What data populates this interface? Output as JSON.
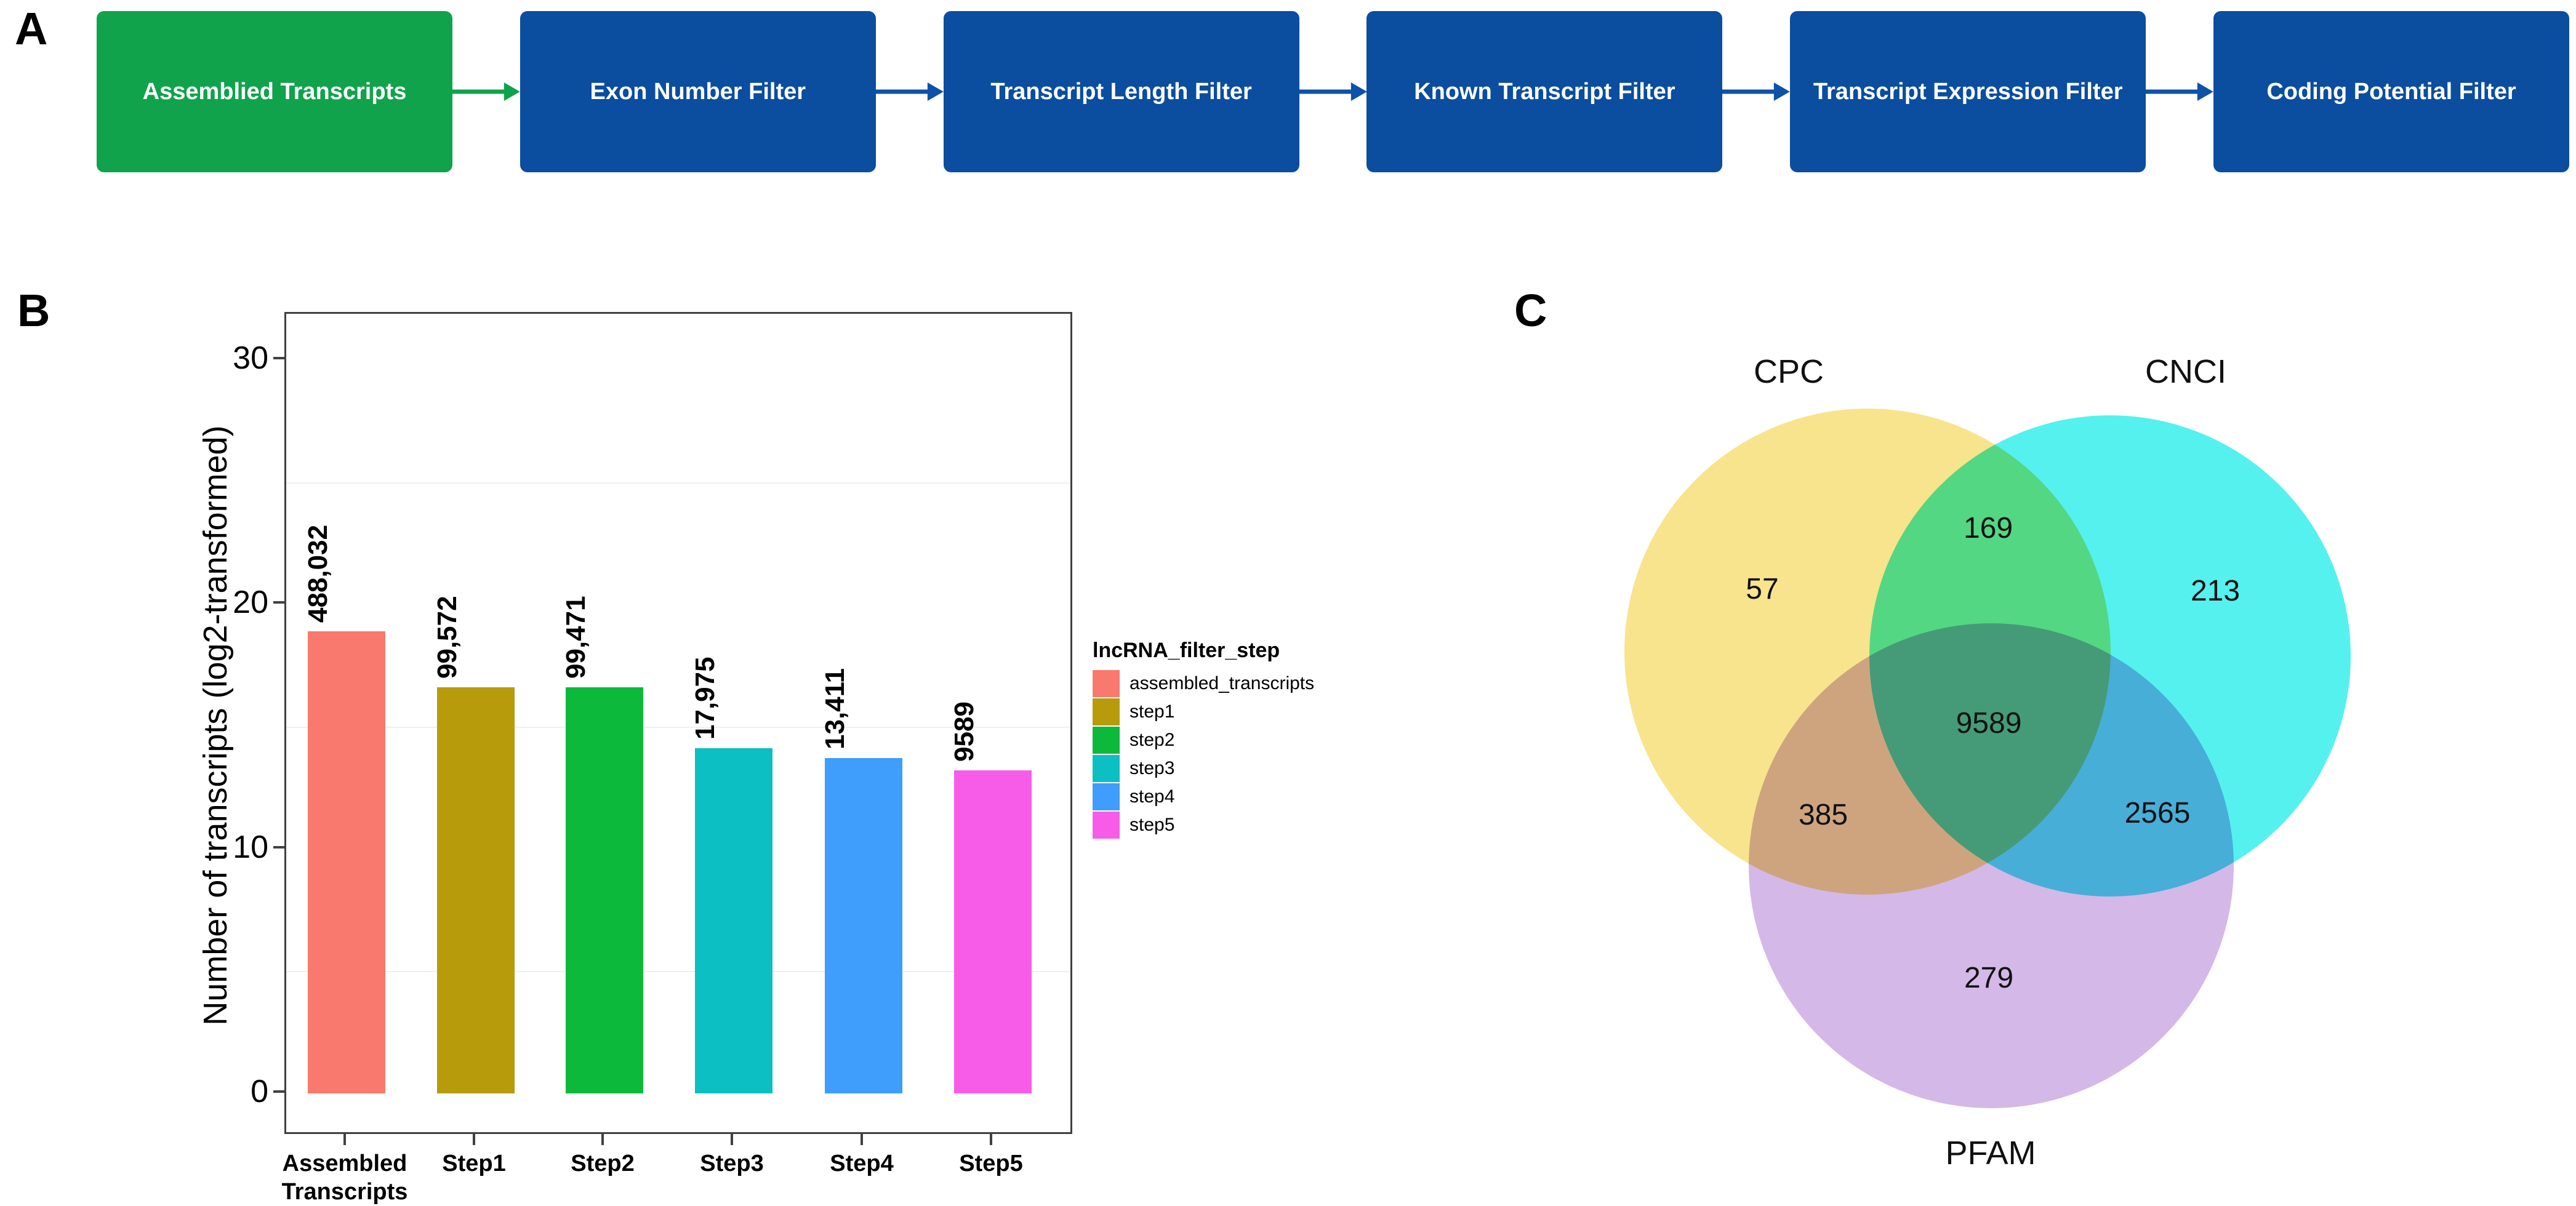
{
  "panels": {
    "a_label": "A",
    "b_label": "B",
    "c_label": "C"
  },
  "flowchart": {
    "nodes": [
      {
        "label": "Assemblied Transcripts",
        "color": "#10A34C"
      },
      {
        "label": "Exon Number Filter",
        "color": "#0B4D9F"
      },
      {
        "label": "Transcript Length Filter",
        "color": "#0B4D9F"
      },
      {
        "label": "Known Transcript Filter",
        "color": "#0B4D9F"
      },
      {
        "label": "Transcript Expression Filter",
        "color": "#0B4D9F"
      },
      {
        "label": "Coding Potential Filter",
        "color": "#0B4D9F"
      }
    ],
    "connectors": [
      {
        "color": "#0FA24C"
      },
      {
        "color": "#0D52A8"
      },
      {
        "color": "#0D52A8"
      },
      {
        "color": "#0D52A8"
      },
      {
        "color": "#0D52A8"
      }
    ]
  },
  "chart_data": [
    {
      "type": "bar",
      "title": "",
      "ylabel": "Number of transcripts (log2-transformed)",
      "y_transform": "log2",
      "yticks": [
        "0",
        "10",
        "20",
        "30"
      ],
      "ylim": [
        -1.6,
        31.9
      ],
      "grid": "faint minor gridlines at 5, 15, 25",
      "categories": [
        "Assembled Transcripts",
        "Step1",
        "Step2",
        "Step3",
        "Step4",
        "Step5"
      ],
      "x_tick_lines": [
        [
          "Assembled",
          "Transcripts"
        ],
        [
          "Step1",
          ""
        ],
        [
          "Step2",
          ""
        ],
        [
          "Step3",
          ""
        ],
        [
          "Step4",
          ""
        ],
        [
          "Step5",
          ""
        ]
      ],
      "values": [
        488032,
        99572,
        99471,
        17975,
        13411,
        9589
      ],
      "value_labels": [
        "488,032",
        "99,572",
        "99,471",
        "17,975",
        "13,411",
        "9589"
      ],
      "bar_colors": [
        "#F9796E",
        "#B79B0B",
        "#0CB93B",
        "#0BBFC2",
        "#3F9DFB",
        "#F75CE9"
      ],
      "legend": {
        "title": "lncRNA_filter_step",
        "position": "right",
        "entries": [
          {
            "label": "assembled_transcripts",
            "color": "#F9796E"
          },
          {
            "label": "step1",
            "color": "#B79B0B"
          },
          {
            "label": "step2",
            "color": "#0CB93B"
          },
          {
            "label": "step3",
            "color": "#0BBFC2"
          },
          {
            "label": "step4",
            "color": "#3F9DFB"
          },
          {
            "label": "step5",
            "color": "#F75CE9"
          }
        ]
      }
    },
    {
      "type": "venn",
      "sets": [
        {
          "name": "CPC",
          "color": "#F8E48C"
        },
        {
          "name": "CNCI",
          "color": "#55F1EE"
        },
        {
          "name": "PFAM",
          "color": "#D4B8E8"
        }
      ],
      "regions": [
        {
          "sets": [
            "CPC"
          ],
          "value": "57"
        },
        {
          "sets": [
            "CPC",
            "CNCI"
          ],
          "value": "169"
        },
        {
          "sets": [
            "CNCI"
          ],
          "value": "213"
        },
        {
          "sets": [
            "CPC",
            "CNCI",
            "PFAM"
          ],
          "value": "9589"
        },
        {
          "sets": [
            "CPC",
            "PFAM"
          ],
          "value": "385"
        },
        {
          "sets": [
            "CNCI",
            "PFAM"
          ],
          "value": "2565"
        },
        {
          "sets": [
            "PFAM"
          ],
          "value": "279"
        }
      ]
    }
  ]
}
